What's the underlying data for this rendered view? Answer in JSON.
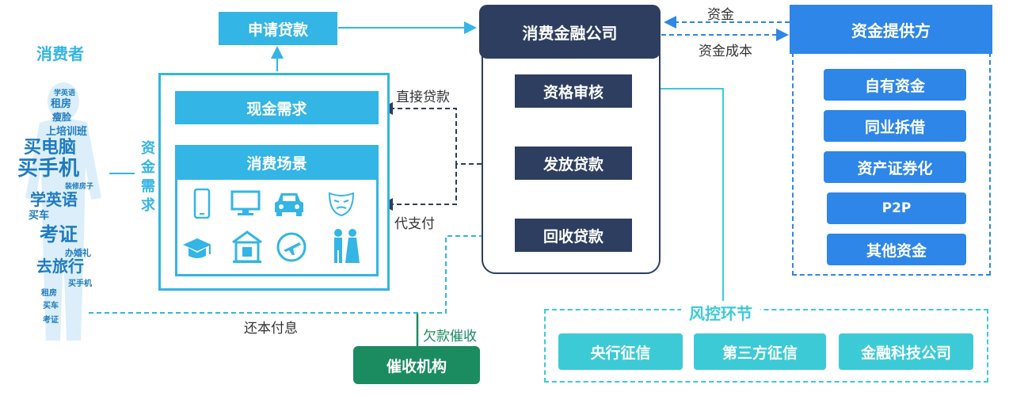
{
  "consumer": {
    "title": "消费者",
    "words": [
      "学英语",
      "租房",
      "瘦脸",
      "上培训班",
      "买电脑",
      "买手机",
      "装修房子",
      "学英语",
      "买车",
      "考证",
      "办婚礼",
      "去旅行",
      "买手机",
      "租房",
      "买车",
      "考证"
    ]
  },
  "top": {
    "apply_loan": "申请贷款",
    "company": "消费金融公司",
    "provider": "资金提供方",
    "edge_fund": "资金",
    "edge_cost": "资金成本"
  },
  "demand_box": {
    "cash": "现金需求",
    "scene": "消费场景",
    "side_label": [
      "资",
      "金",
      "需",
      "求"
    ],
    "scene_icons": [
      "phone-icon",
      "monitor-icon",
      "car-icon",
      "mask-icon",
      "graduation-cap-icon",
      "house-icon",
      "plane-icon",
      "couple-icon"
    ]
  },
  "company_steps": [
    "资格审核",
    "发放贷款",
    "回收贷款"
  ],
  "edges": {
    "direct_loan": "直接贷款",
    "pay_for": "代支付",
    "repay": "还本付息",
    "overdue": "欠款催收"
  },
  "collection": "催收机构",
  "provider_items": [
    "自有资金",
    "同业拆借",
    "资产证券化",
    "P2P",
    "其他资金"
  ],
  "risk": {
    "title": "风控环节",
    "items": [
      "央行征信",
      "第三方征信",
      "金融科技公司"
    ]
  },
  "colors": {
    "sky": "#33b5e5",
    "navy": "#2d3e60",
    "blue": "#2e86e8",
    "teal": "#3ccbd6",
    "green": "#1a8c60"
  }
}
